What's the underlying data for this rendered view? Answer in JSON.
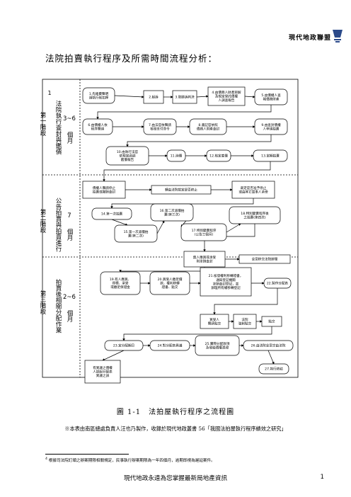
{
  "header": {
    "brand": "現代地政聯盟"
  },
  "title": "法院拍賣執行程序及所需時間流程分析：",
  "stages": [
    {
      "num": "1",
      "name": "第一階段",
      "desc": "法院執行查封與鑑價",
      "dur": "3~6",
      "unit": "個月"
    },
    {
      "num": "",
      "name": "第二階段",
      "desc": "公告拍賣與拍賣進行",
      "dur": "7",
      "unit": "個月"
    },
    {
      "num": "",
      "name": "第三階段",
      "desc": "拍賣後相關分配作業",
      "dur": "2~6",
      "unit": "個月"
    }
  ],
  "boxes": {
    "b1": [
      "1.先確費聲明",
      "請執行假扣押"
    ],
    "b2": [
      "2.起訴"
    ],
    "b3": [
      "3.取勝訴判決"
    ],
    "b4": [
      "4.由債務人財產辨解",
      "及規定受託債權",
      "人調查報告"
    ],
    "b5": [
      "5.由債權人查",
      "報債務財產"
    ],
    "b6": [
      "6.由債權人依",
      "程序聲請"
    ],
    "b7": [
      "7.由法官依聲請",
      "核發支付命令"
    ],
    "b8": [
      "8.書記官依照",
      "債務人財產查封"
    ],
    "b9": [
      "9.由查封債權",
      "人申請拍賣"
    ],
    "b10": [
      "10.由執行法官",
      "依規定函調",
      "鑑價報告"
    ],
    "b11": [
      "11.詢價"
    ],
    "b12": [
      "12.核定底價"
    ],
    "b13": [
      "13.定期拍賣"
    ],
    "r2a": [
      "債權人聲請停止",
      "拍賣或撤銷查封"
    ],
    "r2b": [
      "轉由法院裁定是否終止"
    ],
    "r2c": [
      "裁定是否准予停止",
      "或由其它當事人承受"
    ],
    "b14": [
      "14.第一次拍賣"
    ],
    "b15": [
      "15.第一次減價拍",
      "賣(第二次)"
    ],
    "b16": [
      "16.第二次減價拍",
      "賣(第三次)"
    ],
    "b17": [
      "17.特別變賣程序",
      "(公告三個月)"
    ],
    "b18": [
      "18.特別變賣程序後",
      "之拍賣(第四次)"
    ],
    "r3a": [
      "無人應買或承受",
      "則塗銷查封"
    ],
    "r3b": [
      "全案移交法院辦理"
    ],
    "b19": [
      "19.有人應買、",
      "得標、承受",
      "或繳足保證金"
    ],
    "b20": [
      "20.買受人繳足價",
      "款，權利移轉",
      "證書、點交"
    ],
    "b21": [
      "21.核發權利移轉證書，",
      "通知登記機關",
      "塗銷查封登記，並",
      "辦理所有權移轉登記"
    ],
    "b22": [
      "22.製作分配表"
    ],
    "r4a": [
      "買受人",
      "聲請點交"
    ],
    "r4b": [
      "法院",
      "強制點交"
    ],
    "r4c": [
      "點交"
    ],
    "b23": [
      "23.定分配期日"
    ],
    "b24": [
      "24.對分配表異議"
    ],
    "b25": [
      "25.實際分配款項",
      "及發給債權憑證"
    ],
    "b26": [
      "26.由法院全案交由法院"
    ],
    "r5a": [
      "有異議之債權",
      "人提起分配表",
      "異議之訴"
    ],
    "b27": [
      "27.執行終結"
    ]
  },
  "caption": "圖 1-1　法拍屋執行程序之流程圖",
  "note": "※本表由南區總處負責人汪也乃製作，收錄於現代地政叢書 56「我國法拍屋執行程序績效之研究」",
  "footnote_num": "4",
  "footnote": "根據司法院訂頒之辦案期限相關規定，民事執行辦案期限為一年四個月，逾期即視為遲延案件。",
  "footer": "現代地政永遠為您掌握最新局地產資訊",
  "page_number": "1",
  "colors": {
    "logo_blue": "#2b4a8a",
    "line": "#000000"
  }
}
